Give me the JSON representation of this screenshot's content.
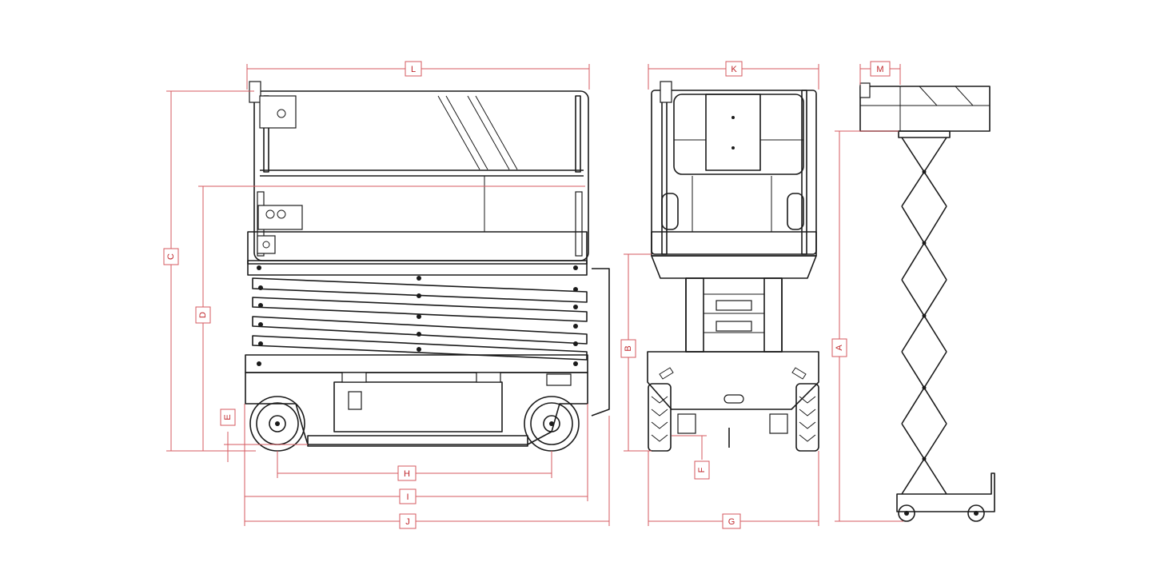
{
  "dimension_labels": {
    "L": "L",
    "K": "K",
    "M": "M",
    "C": "C",
    "D": "D",
    "E": "E",
    "B": "B",
    "A": "A",
    "F": "F",
    "H": "H",
    "I": "I",
    "J": "J",
    "G": "G"
  },
  "colors": {
    "dimension": "#d65a5f",
    "machine": "#1a1a1a",
    "background": "#ffffff"
  }
}
